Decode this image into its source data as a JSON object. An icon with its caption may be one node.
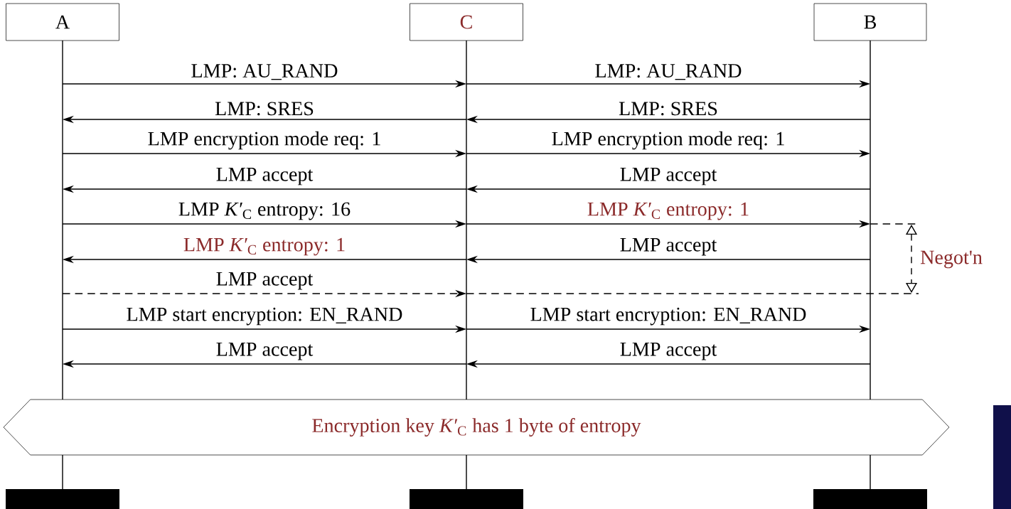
{
  "diagram": {
    "nodes": [
      {
        "text": [
          "A"
        ]
      },
      {
        "text": [
          "C"
        ]
      },
      {
        "text": [
          "B"
        ]
      },
      {
        "text": [],
        "shape": "line"
      },
      {
        "text": [],
        "shape": "line"
      },
      {
        "text": [],
        "shape": "line"
      },
      {
        "text": [],
        "shape": "bar"
      },
      {
        "text": [],
        "shape": "bar"
      },
      {
        "text": [],
        "shape": "bar"
      },
      {
        "text": [
          "Encryption key *K′*$_{C}$ has 1 byte of entropy"
        ]
      }
    ],
    "edges": [
      {
        "from": 3,
        "to": 4,
        "arrow": "to",
        "label": "LMP: AU_RAND"
      },
      {
        "from": 4,
        "to": 5,
        "arrow": "to",
        "label": "LMP: AU_RAND"
      },
      {
        "from": 4,
        "to": 3,
        "arrow": "to",
        "label": "LMP: SRES"
      },
      {
        "from": 5,
        "to": 4,
        "arrow": "to",
        "label": "LMP: SRES"
      },
      {
        "from": 3,
        "to": 4,
        "arrow": "to",
        "label": "LMP encryption mode req: 1"
      },
      {
        "from": 4,
        "to": 5,
        "arrow": "to",
        "label": "LMP encryption mode req: 1"
      },
      {
        "from": 4,
        "to": 3,
        "arrow": "to",
        "label": "LMP accept"
      },
      {
        "from": 5,
        "to": 4,
        "arrow": "to",
        "label": "LMP accept"
      },
      {
        "from": 3,
        "to": 4,
        "arrow": "to",
        "label": "LMP *K′*$_{C}$ entropy: 16"
      },
      {
        "from": 4,
        "to": 5,
        "arrow": "to",
        "label": "LMP *K′*$_{C}$ entropy: 1"
      },
      {
        "from": 4,
        "to": 3,
        "arrow": "to",
        "label": "LMP *K′*$_{C}$ entropy: 1"
      },
      {
        "from": 5,
        "to": 4,
        "arrow": "to",
        "label": "LMP accept"
      },
      {
        "from": 3,
        "to": 4,
        "arrow": "to",
        "label": "LMP accept",
        "style": "dashed"
      },
      {
        "from": 3,
        "to": 4,
        "arrow": "to",
        "label": "LMP start encryption: EN_RAND"
      },
      {
        "from": 4,
        "to": 5,
        "arrow": "to",
        "label": "LMP start encryption: EN_RAND"
      },
      {
        "from": 4,
        "to": 3,
        "arrow": "to",
        "label": "LMP accept"
      },
      {
        "from": 5,
        "to": 4,
        "arrow": "to",
        "label": "LMP accept"
      }
    ],
    "labels": [
      "Negot'n"
    ]
  }
}
